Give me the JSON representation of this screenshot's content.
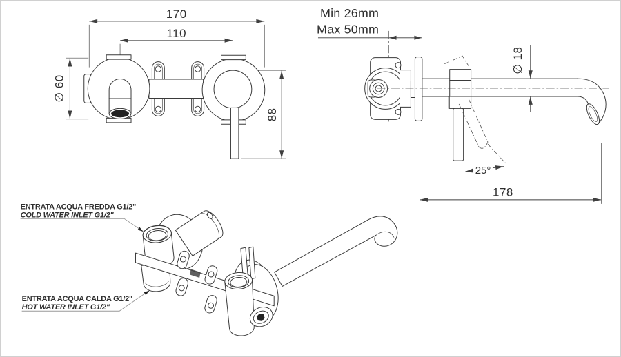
{
  "front_view": {
    "dims": {
      "overall_width": "170",
      "centers_width": "110",
      "escutcheon_diameter": "∅ 60",
      "handle_drop": "88"
    }
  },
  "side_view": {
    "wall_min": "Min 26mm",
    "wall_max": "Max 50mm",
    "dims": {
      "spout_diameter": "∅ 18",
      "handle_angle": "25°",
      "spout_reach": "178"
    }
  },
  "iso_view": {
    "cold_inlet": {
      "it": "ENTRATA ACQUA FREDDA G1/2\"",
      "en": "COLD WATER INLET G1/2\"",
      "color": "#1414dc"
    },
    "hot_inlet": {
      "it": "ENTRATA ACQUA CALDA G1/2\"",
      "en": "HOT WATER INLET G1/2\"",
      "color": "#ee0000"
    }
  },
  "style": {
    "line_color": "#3a3a3a"
  }
}
